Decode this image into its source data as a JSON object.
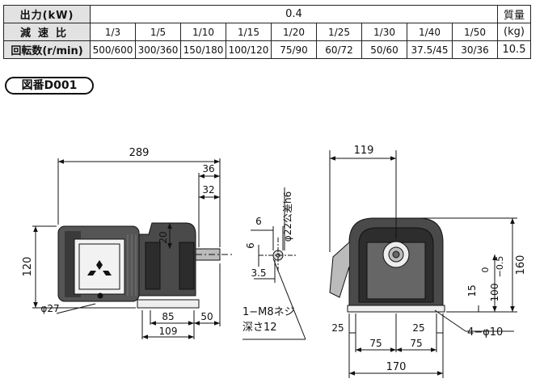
{
  "spec_table": {
    "output_label": "出力(kW)",
    "output_value": "0.4",
    "ratio_label": "減速比",
    "ratios": [
      "1/3",
      "1/5",
      "1/10",
      "1/15",
      "1/20",
      "1/25",
      "1/30",
      "1/40",
      "1/50"
    ],
    "speed_label": "回転数(r/min)",
    "speeds": [
      "500/600",
      "300/360",
      "150/180",
      "100/120",
      "75/90",
      "60/72",
      "50/60",
      "37.5/45",
      "30/36"
    ],
    "mass_label": "質量",
    "mass_unit": "(kg)",
    "mass_value": "10.5"
  },
  "drawing": {
    "badge": "図番D001",
    "dim_total_length": "289",
    "dim_36": "36",
    "dim_32": "32",
    "dim_20": "20",
    "dim_height_120": "120",
    "dim_bore": "φ27",
    "dim_85": "85",
    "dim_109": "109",
    "dim_50": "50",
    "dim_key_6a": "6",
    "dim_key_6b": "6",
    "dim_3_5": "3.5",
    "shaft_dia": "φ22公差h6",
    "tap_note_1": "1−M8ネジ",
    "tap_note_2": "深さ12",
    "dim_119": "119",
    "dim_160": "160",
    "dim_tol_0": "0",
    "dim_tol_neg": "−0.5",
    "dim_100": "100",
    "dim_15": "15",
    "dim_25a": "25",
    "dim_25b": "25",
    "dim_75a": "75",
    "dim_75b": "75",
    "dim_170": "170",
    "mount_holes": "4−φ10"
  },
  "colors": {
    "header_bg": "#e2e2e2",
    "motor_dark": "#2b2b2b",
    "motor_mid": "#5a5a5a",
    "line": "#111111"
  }
}
